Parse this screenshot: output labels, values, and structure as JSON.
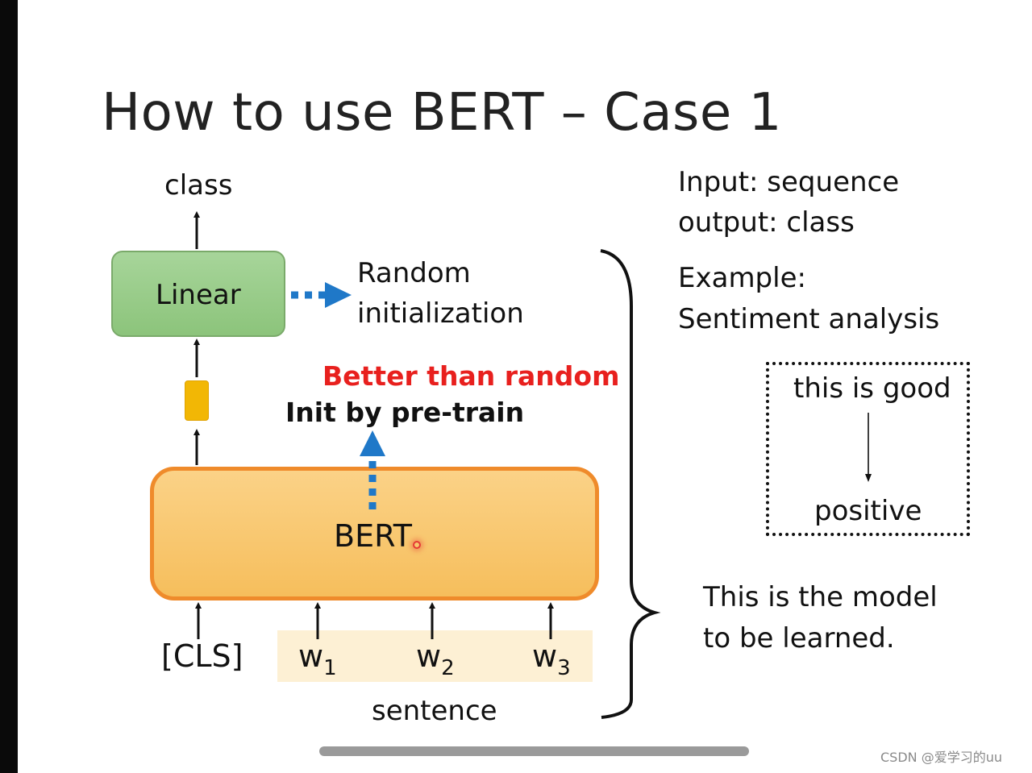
{
  "slide": {
    "title": "How to use BERT – Case 1",
    "class_label": "class",
    "linear_label": "Linear",
    "random_init": [
      "Random",
      "initialization"
    ],
    "better_than_random": "Better than random",
    "init_by_pretrain": "Init by pre-train",
    "bert_label": "BERT",
    "cls_token": "[CLS]",
    "tokens": [
      {
        "letter": "w",
        "sub": "1"
      },
      {
        "letter": "w",
        "sub": "2"
      },
      {
        "letter": "w",
        "sub": "3"
      }
    ],
    "sentence_label": "sentence",
    "io": [
      "Input:  sequence",
      "output: class"
    ],
    "example": [
      "Example:",
      "Sentiment analysis"
    ],
    "example_input": "this is good",
    "example_output": "positive",
    "model_note": [
      "This is the model",
      "to be learned."
    ]
  },
  "watermark": "CSDN @爱学习的uu",
  "colors": {
    "linear_fill": "#9fcf8f",
    "bert_fill": "#f9c770",
    "bert_border": "#ef8b2b",
    "highlight_red": "#e8201e",
    "dashed_arrow_blue": "#1f78c8",
    "vector_cell": "#f2b705"
  }
}
